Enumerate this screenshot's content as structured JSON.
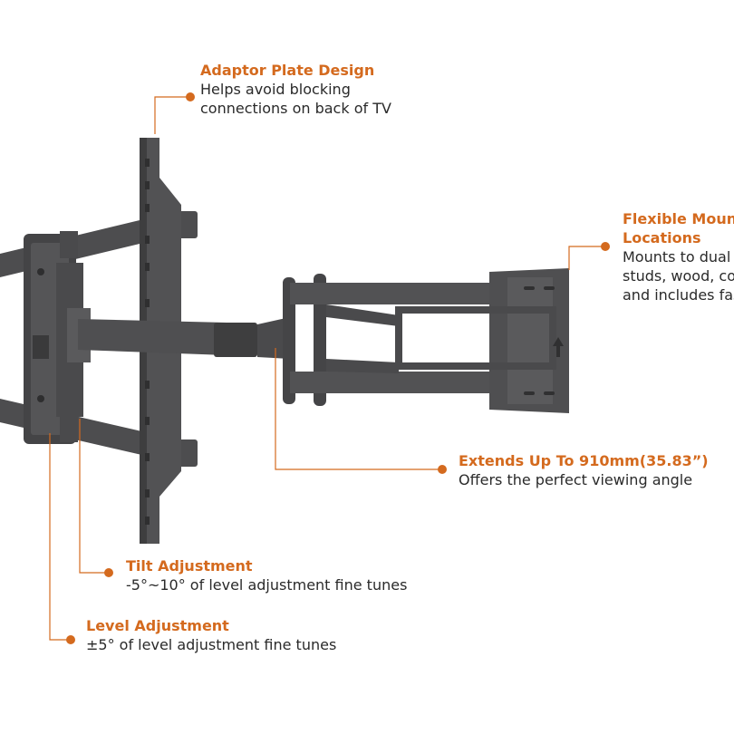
{
  "image_description_free": true,
  "colors": {
    "accent": "#d46a1e",
    "mount_metal": "#4d4d4f",
    "mount_shadow": "#363637",
    "text": "#2a2a2a",
    "leader_line": "#d46a1e"
  },
  "callouts": {
    "adaptor": {
      "title": "Adaptor Plate Design",
      "lines": [
        "Helps avoid blocking",
        "connections on back of TV"
      ]
    },
    "flexible": {
      "title_lines": [
        "Flexible Mount",
        "Locations"
      ],
      "lines": [
        "Mounts to dual r",
        "studs, wood, cor",
        "and includes fas"
      ]
    },
    "extends": {
      "title": "Extends Up To 910mm(35.83”)",
      "lines": [
        "Offers the perfect viewing angle"
      ]
    },
    "tilt": {
      "title": "Tilt Adjustment",
      "lines": [
        "-5°~10° of level adjustment fine tunes"
      ]
    },
    "level": {
      "title": "Level Adjustment",
      "lines": [
        "±5° of level adjustment fine tunes"
      ]
    }
  }
}
